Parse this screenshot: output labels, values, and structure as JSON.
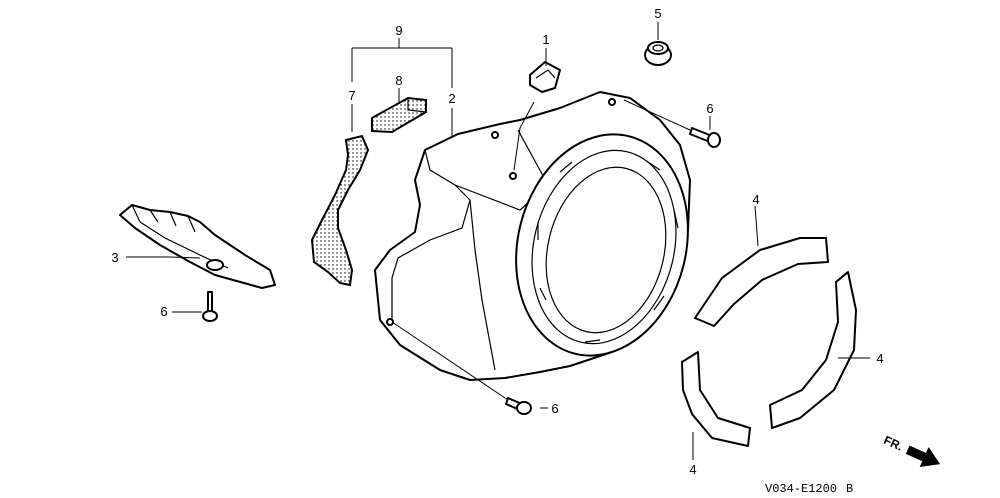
{
  "callouts": {
    "c1": "1",
    "c2": "2",
    "c3": "3",
    "c4a": "4",
    "c4b": "4",
    "c4c": "4",
    "c5": "5",
    "c6a": "6",
    "c6b": "6",
    "c6c": "6",
    "c7": "7",
    "c8": "8",
    "c9": "9"
  },
  "diagram_code": "V034-E1200",
  "diagram_rev": "B",
  "direction_label": "FR."
}
